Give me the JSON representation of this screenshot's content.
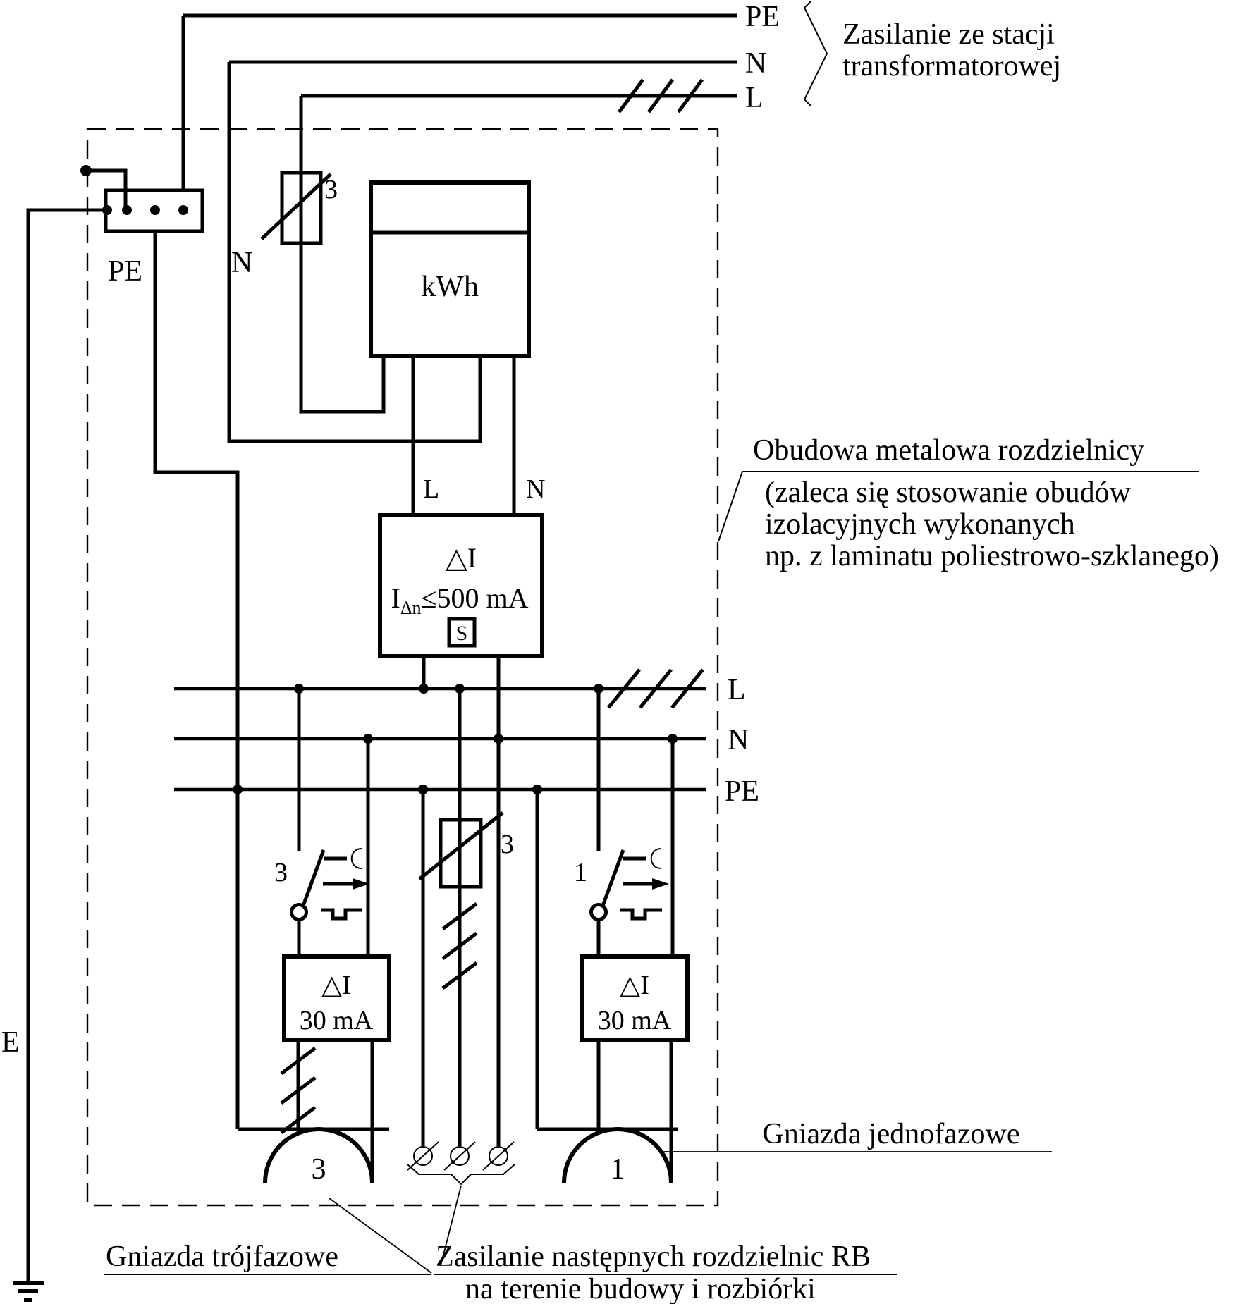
{
  "supply": {
    "pe": "PE",
    "n": "N",
    "l": "L",
    "caption_line1": "Zasilanie ze stacji",
    "caption_line2": "transformatorowej"
  },
  "enclosure_note": {
    "title": "Obudowa metalowa rozdzielnicy",
    "line1": "(zaleca się stosowanie obudów",
    "line2": "izolacyjnych wykonanych",
    "line3": "np. z laminatu poliestrowo-szklanego)"
  },
  "pe_terminal": {
    "label": "PE"
  },
  "neutral": {
    "label": "N"
  },
  "main_fuse": {
    "label": "3"
  },
  "meter": {
    "label": "kWh",
    "out_l": "L",
    "out_n": "N"
  },
  "main_rcd": {
    "delta": "△I",
    "current_symbol": "I",
    "current_sub": "Δn",
    "current_value": "≤500  mA",
    "type_s": "S"
  },
  "bus": {
    "l": "L",
    "n": "N",
    "pe": "PE"
  },
  "left_feeder": {
    "switch_label": "3",
    "rcd_delta": "△I",
    "rcd_rating": "30  mA",
    "socket_label": "3"
  },
  "middle_feeder": {
    "fuse_label": "3"
  },
  "right_feeder": {
    "switch_label": "1",
    "rcd_delta": "△I",
    "rcd_rating": "30  mA",
    "socket_label": "1"
  },
  "earth": {
    "label": "E"
  },
  "captions": {
    "three_phase": "Gniazda trójfazowe",
    "single_phase": "Gniazda jednofazowe",
    "next_boards_line1": "Zasilanie następnych rozdzielnic RB",
    "next_boards_line2": "na terenie budowy i rozbiórki"
  }
}
